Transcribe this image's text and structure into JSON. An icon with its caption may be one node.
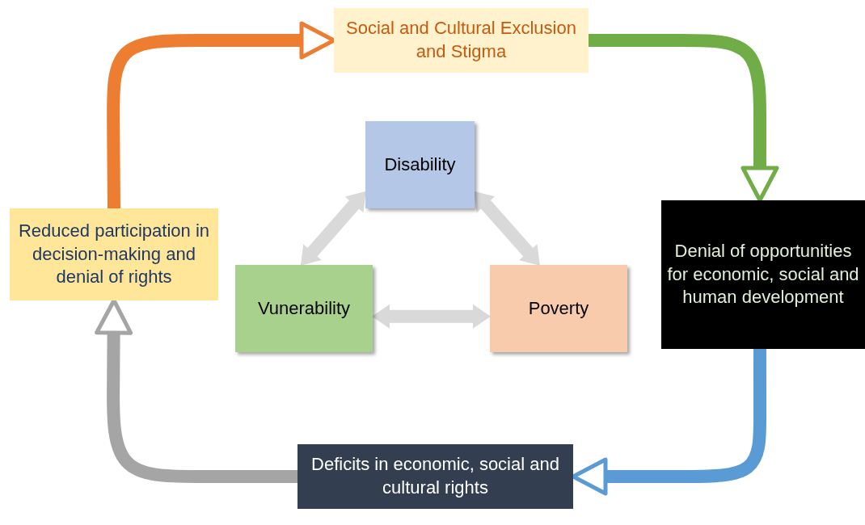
{
  "diagram": {
    "nodes": [
      {
        "text": [
          "Social and Cultural Exclusion and Stigma"
        ]
      },
      {
        "text": [
          "Disability"
        ]
      },
      {
        "text": [
          "Reduced participation in decision-making and denial of rights"
        ]
      },
      {
        "text": [
          "Vunerability"
        ]
      },
      {
        "text": [
          "Poverty"
        ]
      },
      {
        "text": [
          "Denial of opportunities for economic, social and human development"
        ]
      },
      {
        "text": [
          "Deficits in economic, social and cultural rights"
        ]
      }
    ],
    "edges": [
      {
        "from": 1,
        "to": 3,
        "arrow": "both",
        "color": "#d9d9d9"
      },
      {
        "from": 1,
        "to": 4,
        "arrow": "both",
        "color": "#d9d9d9"
      },
      {
        "from": 3,
        "to": 4,
        "arrow": "both",
        "color": "#d9d9d9"
      },
      {
        "from": 2,
        "to": 0,
        "arrow": "to",
        "color": "#ed7d31"
      },
      {
        "from": 0,
        "to": 5,
        "arrow": "to",
        "color": "#70ad47"
      },
      {
        "from": 5,
        "to": 6,
        "arrow": "to",
        "color": "#5b9bd5"
      },
      {
        "from": 6,
        "to": 2,
        "arrow": "to",
        "color": "#a5a5a5"
      }
    ]
  }
}
